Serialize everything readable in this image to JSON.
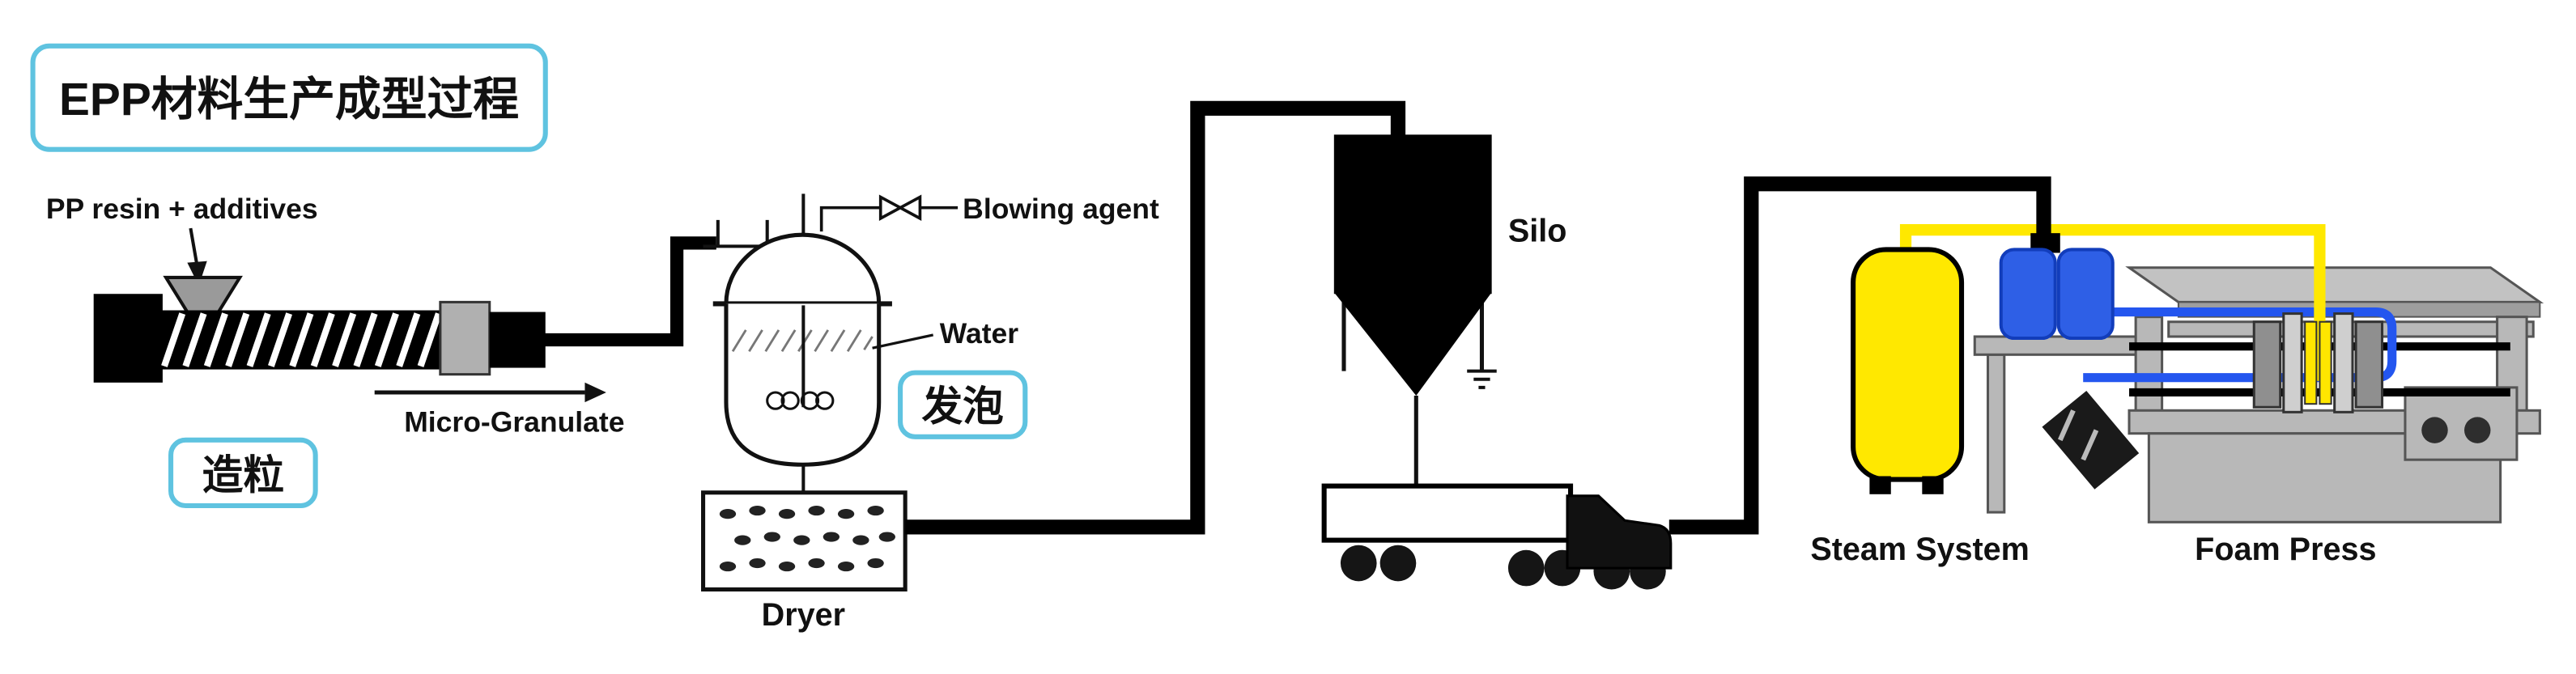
{
  "diagram": {
    "title": "EPP材料生产成型过程",
    "stage_labels": {
      "granulation": "造粒",
      "foaming": "发泡"
    },
    "labels": {
      "pp_resin": "PP resin + additives",
      "micro_granulate": "Micro-Granulate",
      "blowing_agent": "Blowing agent",
      "water": "Water",
      "dryer": "Dryer",
      "silo": "Silo",
      "steam_system": "Steam System",
      "foam_press": "Foam Press"
    },
    "colors": {
      "label_frame_blue": "#5fc3e0",
      "steam_yellow": "#ffe800",
      "tank_blue": "#2e5fe6",
      "pipe_blue": "#2456ef",
      "machine_gray": "#b8b8b8",
      "pipe_black": "#000000",
      "background": "#ffffff"
    }
  }
}
